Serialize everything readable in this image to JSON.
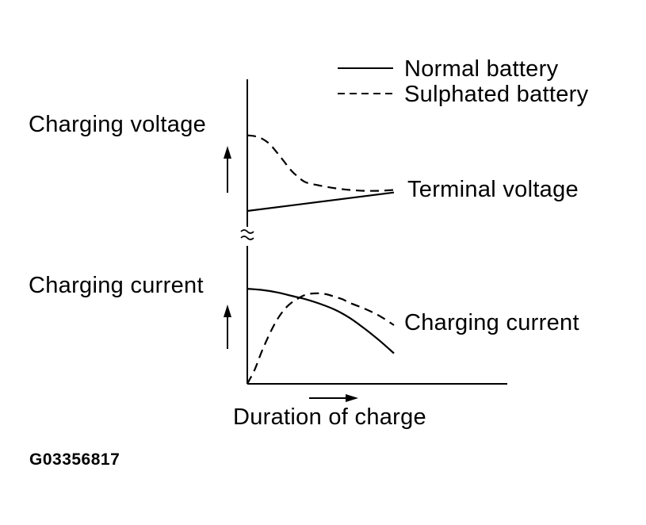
{
  "chart_data": {
    "type": "line",
    "figure_id": "G03356817",
    "legend": {
      "placement": "top-right",
      "entries": [
        {
          "label": "Normal battery",
          "style": "solid"
        },
        {
          "label": "Sulphated battery",
          "style": "dashed"
        }
      ]
    },
    "xlabel": "Duration of charge",
    "panels": [
      {
        "ylabel": "Charging voltage",
        "curve_label": "Terminal voltage",
        "series": [
          {
            "name": "Normal battery",
            "style": "solid",
            "x": [
              0,
              1
            ],
            "y": [
              0.0,
              0.22
            ]
          },
          {
            "name": "Sulphated battery",
            "style": "dashed",
            "x": [
              0,
              0.05,
              0.1,
              0.15,
              0.2,
              0.25,
              0.3,
              0.35,
              0.4,
              0.5,
              0.6,
              0.7,
              0.8,
              0.9,
              1.0
            ],
            "y": [
              0.9,
              0.89,
              0.86,
              0.8,
              0.7,
              0.59,
              0.48,
              0.4,
              0.34,
              0.3,
              0.27,
              0.25,
              0.24,
              0.24,
              0.25
            ]
          }
        ]
      },
      {
        "ylabel": "Charging current",
        "curve_label": "Charging current",
        "series": [
          {
            "name": "Normal battery",
            "style": "solid",
            "x": [
              0,
              0.1,
              0.2,
              0.3,
              0.4,
              0.5,
              0.6,
              0.7,
              0.8,
              0.9,
              1.0
            ],
            "y": [
              0.81,
              0.8,
              0.78,
              0.75,
              0.72,
              0.68,
              0.63,
              0.56,
              0.47,
              0.37,
              0.26
            ]
          },
          {
            "name": "Sulphated battery",
            "style": "dashed",
            "x": [
              0,
              0.05,
              0.1,
              0.15,
              0.2,
              0.25,
              0.3,
              0.35,
              0.4,
              0.45,
              0.5,
              0.55,
              0.6,
              0.65,
              0.7,
              0.8,
              0.9,
              1.0
            ],
            "y": [
              0.0,
              0.12,
              0.28,
              0.42,
              0.54,
              0.63,
              0.69,
              0.73,
              0.76,
              0.77,
              0.77,
              0.76,
              0.74,
              0.72,
              0.69,
              0.64,
              0.58,
              0.5
            ]
          }
        ]
      }
    ]
  }
}
